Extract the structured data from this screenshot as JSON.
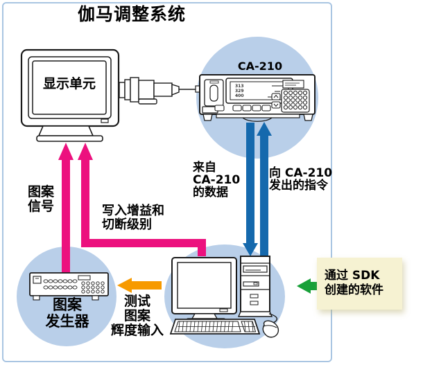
{
  "title": "伽马调整系统",
  "colors": {
    "pink": "#ec117e",
    "blue": "#1569ad",
    "orange": "#f79a00",
    "green": "#18a039",
    "circle_fill": "#b9cfe9",
    "panel_border": "#a9c5e2",
    "sdk_box_bg": "#f6f2d2",
    "line_art": "#1a1a1a"
  },
  "monitor": {
    "label": "显示单元"
  },
  "ca210": {
    "label": "CA-210",
    "lcd_line1": "313",
    "lcd_line2": "329",
    "lcd_line3": "400"
  },
  "pattern_generator": {
    "label_line1": "图案",
    "label_line2": "发生器"
  },
  "flows": {
    "pattern_signal": {
      "line1": "图案",
      "line2": "信号"
    },
    "write_gain": {
      "line1": "写入增益和",
      "line2": "切断级别"
    },
    "data_from_ca210": {
      "line1": "来自",
      "line2": "CA-210",
      "line3": "的数据"
    },
    "commands_to_ca210": {
      "line1": "向 CA-210",
      "line2": "发出的指令"
    },
    "test_pattern_input": {
      "line1": "测试",
      "line2": "图案",
      "line3": "辉度输入"
    },
    "sdk_software": {
      "line1": "通过 SDK",
      "line2": "创建的软件"
    }
  }
}
